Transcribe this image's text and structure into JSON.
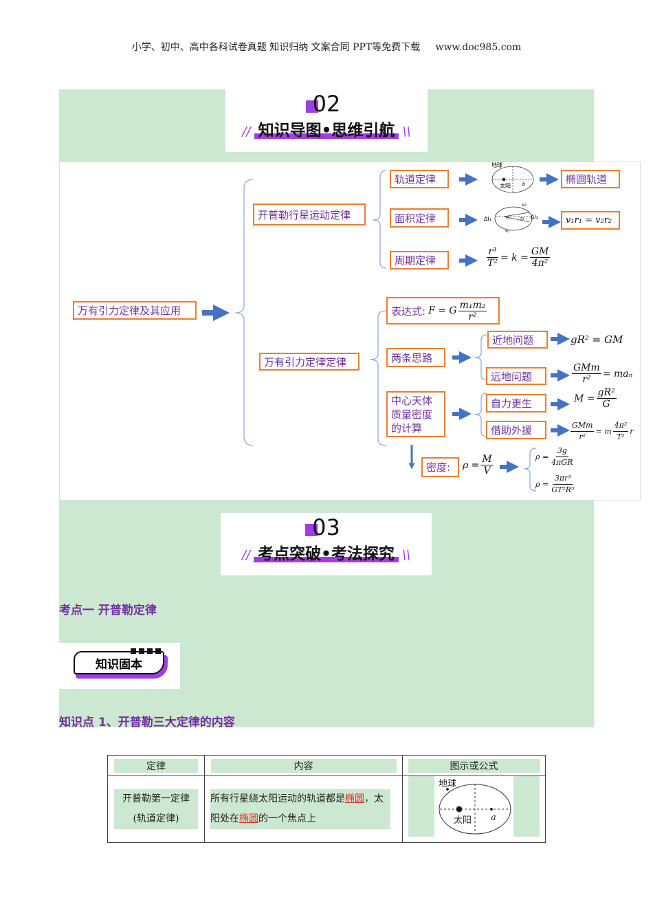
{
  "header": {
    "text": "小学、初中、高中各科试卷真题 知识归纳 文案合同 PPT等免费下载",
    "url": "www.doc985.com"
  },
  "banner02": {
    "number": "02",
    "title": "知识导图•思维引航"
  },
  "mindmap": {
    "root": "万有引力定律及其应用",
    "kepler": {
      "label": "开普勒行星运动定律",
      "laws": [
        {
          "label": "轨道定律",
          "result": "椭圆轨道"
        },
        {
          "label": "面积定律",
          "result": "v₁r₁ = v₂r₂"
        },
        {
          "label": "周期定律"
        }
      ],
      "diagram1": {
        "earth": "地球",
        "sun": "太阳",
        "a": "a"
      },
      "diagram2": {
        "dl1": "Δl₁",
        "dl2": "Δl₂",
        "v1": "v₁",
        "v2": "v₂",
        "r1": "r₁",
        "r2": "r₂"
      },
      "period_formula": {
        "n1": "r³",
        "d1": "T²",
        "mid": "= k =",
        "n2": "GM",
        "d2": "4π²"
      }
    },
    "gravity": {
      "label": "万有引力定律定律",
      "expression": {
        "label": "表达式:",
        "lhs": "F = G",
        "num": "m₁m₂",
        "den": "r²"
      },
      "two_ways": {
        "label": "两条思路",
        "near": {
          "label": "近地问题",
          "formula": "gR² = GM"
        },
        "far": {
          "label": "远地问题",
          "num": "GMm",
          "den": "r²",
          "rhs": "= maₙ"
        }
      },
      "mass": {
        "label": "中心天体质量密度的计算",
        "self": {
          "label": "自力更生",
          "lhs": "M =",
          "num": "gR²",
          "den": "G"
        },
        "help": {
          "label": "借助外援",
          "num1": "GMm",
          "den1": "r²",
          "mid": "= m",
          "num2": "4π²",
          "den2": "T²",
          "tail": "r"
        }
      },
      "density": {
        "label": "密度:",
        "lhs": "ρ =",
        "num": "M",
        "den": "V",
        "f1": {
          "lhs": "ρ =",
          "num": "3g",
          "den": "4πGR"
        },
        "f2": {
          "lhs": "ρ =",
          "num": "3πr³",
          "den": "GT²R³"
        }
      }
    }
  },
  "banner03": {
    "number": "03",
    "title": "考点突破•考法探究"
  },
  "section": {
    "title": "考点一  开普勒定律",
    "badge": "知识固本",
    "point": "知识点 1、开普勒三大定律的内容"
  },
  "table": {
    "headers": [
      "定律",
      "内容",
      "图示或公式"
    ],
    "row": {
      "law_line1": "开普勒第一定律",
      "law_line2": "(轨道定律)",
      "content_a": "所有行星绕太阳运动的轨道都是",
      "content_red1": "椭圆",
      "content_b": "，太阳处在",
      "content_red2": "椭圆",
      "content_c": "的一个焦点上",
      "diagram": {
        "earth": "地球",
        "sun": "太阳",
        "a": "a"
      }
    }
  },
  "colors": {
    "green": "#cde8d0",
    "purple": "#7030a0",
    "orange": "#ed7d31",
    "arrow": "#4472c4",
    "accent": "#a03ce8"
  }
}
